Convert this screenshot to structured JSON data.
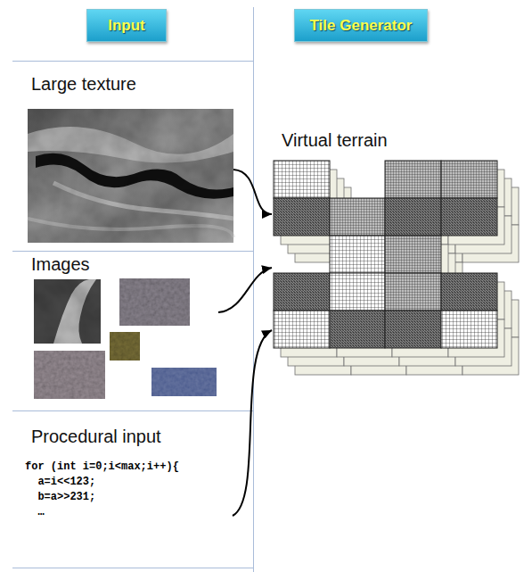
{
  "diagram": {
    "nodes": [
      {
        "text": [
          "Input"
        ]
      },
      {
        "text": [
          "Tile Generator"
        ]
      },
      {
        "text": [
          "Large texture"
        ]
      },
      {
        "text": [
          "Images"
        ]
      },
      {
        "text": [
          "Procedural input",
          "for (int i=0;i<max;i++){",
          "a=i<<123;",
          "b=a>>231;",
          "…"
        ]
      },
      {
        "text": [
          "Virtual terrain"
        ]
      }
    ],
    "edges": [
      {
        "from": 2,
        "to": 5,
        "arrow": "to"
      },
      {
        "from": 3,
        "to": 5,
        "arrow": "to"
      },
      {
        "from": 4,
        "to": 5,
        "arrow": "to"
      }
    ]
  }
}
